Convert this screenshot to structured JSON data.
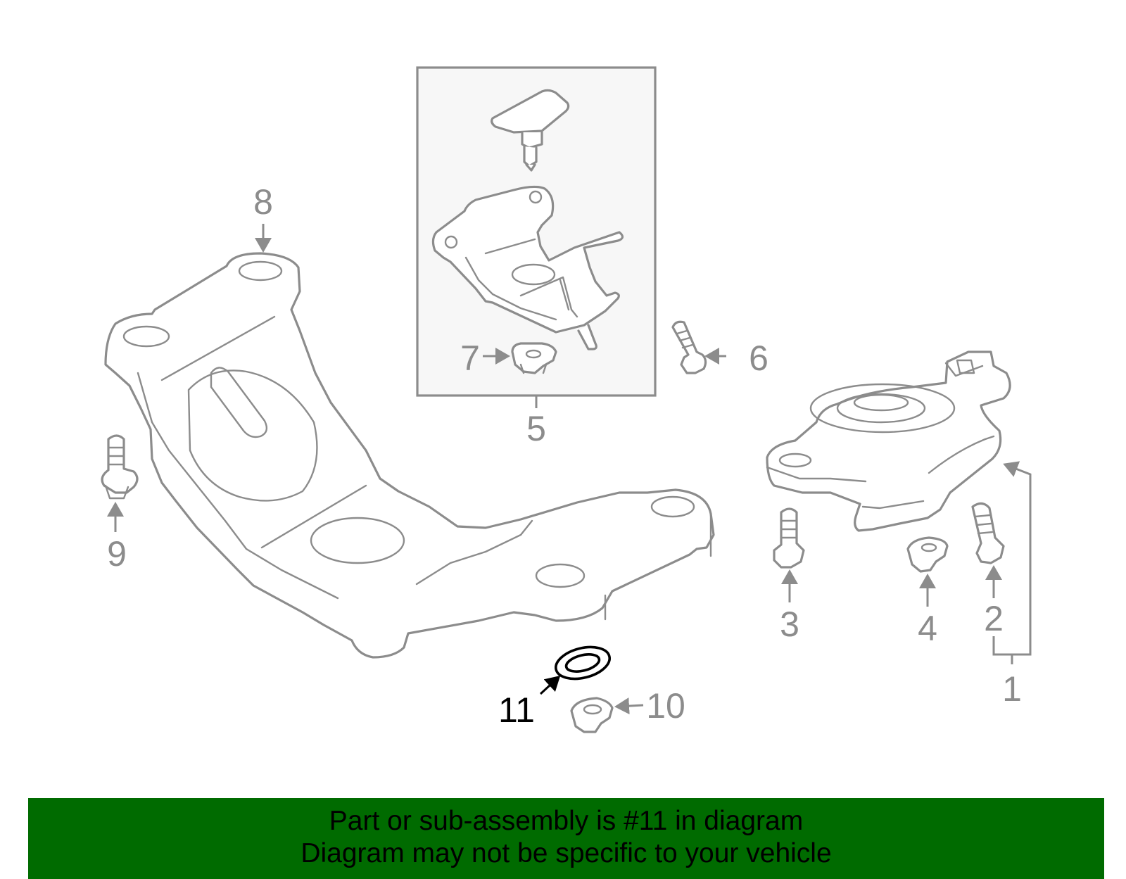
{
  "diagram": {
    "callouts": [
      {
        "id": "1",
        "label": "1"
      },
      {
        "id": "2",
        "label": "2"
      },
      {
        "id": "3",
        "label": "3"
      },
      {
        "id": "4",
        "label": "4"
      },
      {
        "id": "5",
        "label": "5"
      },
      {
        "id": "6",
        "label": "6"
      },
      {
        "id": "7",
        "label": "7"
      },
      {
        "id": "8",
        "label": "8"
      },
      {
        "id": "9",
        "label": "9"
      },
      {
        "id": "10",
        "label": "10"
      },
      {
        "id": "11",
        "label": "11"
      }
    ],
    "highlighted_part": "11",
    "colors": {
      "line": "#8c8c8c",
      "highlight": "#000000",
      "subassembly_box": "#f7f7f7"
    }
  },
  "banner": {
    "line1": "Part or sub-assembly is #11 in diagram",
    "line2": "Diagram may not be specific to your vehicle",
    "background": "#006b00"
  }
}
